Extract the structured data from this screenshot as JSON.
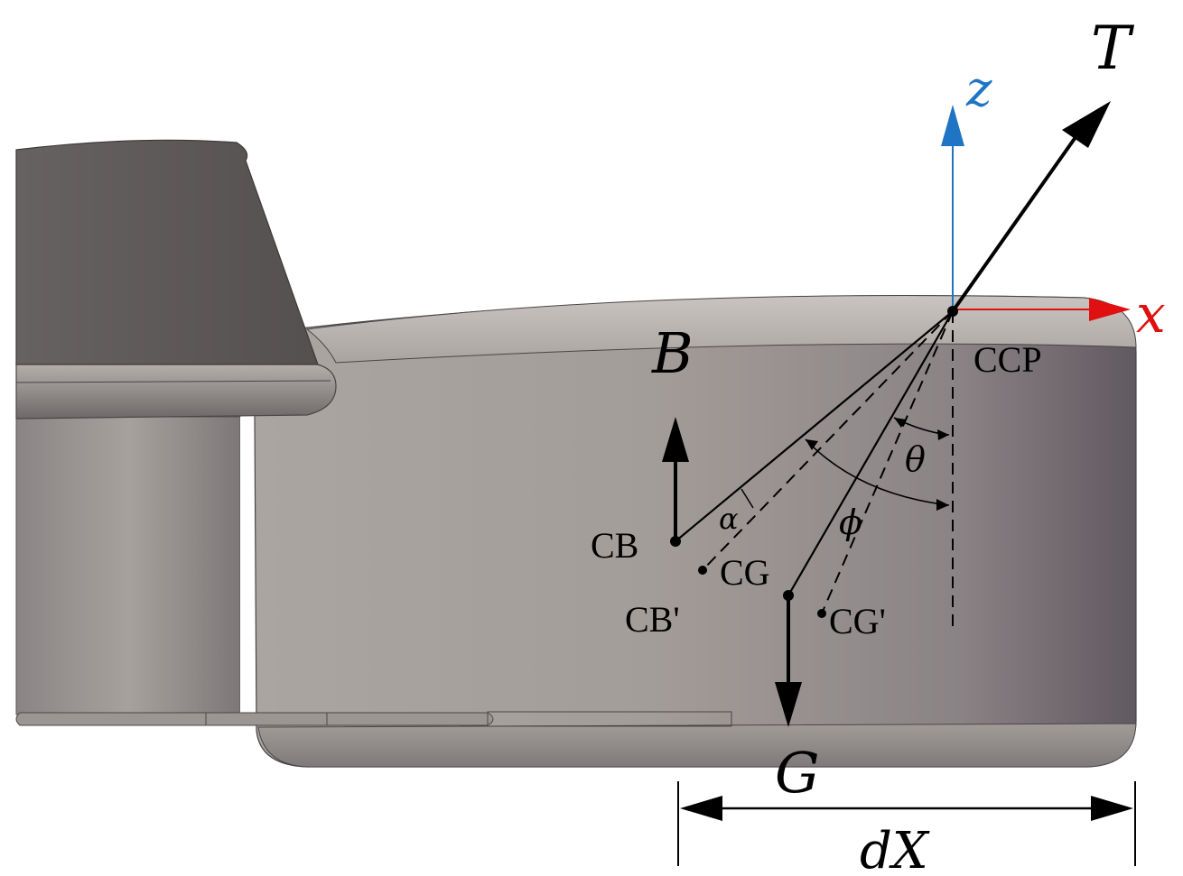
{
  "labels": {
    "thrust": "T",
    "z_axis": "z",
    "x_axis": "x",
    "buoyancy": "B",
    "gravity": "G",
    "ccp": "CCP",
    "cb": "CB",
    "cb_prime": "CB'",
    "cg": "CG",
    "cg_prime": "CG'",
    "theta": "θ",
    "phi": "ϕ",
    "alpha": "α",
    "dx": "dX"
  },
  "colors": {
    "z_axis": "#1f74c4",
    "x_axis": "#e01010",
    "hull_light": "#b0aaa6",
    "hull_mid": "#9f9995",
    "hull_dark": "#6a6368",
    "fin": "#5e5a5a",
    "ink": "#000000"
  }
}
